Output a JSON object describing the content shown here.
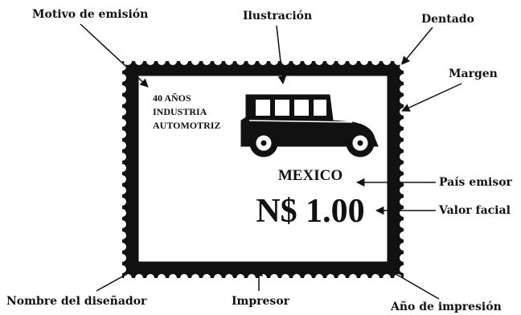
{
  "labels": {
    "motivo": "Motivo de emisión",
    "ilustracion": "Ilustración",
    "dentado": "Dentado",
    "margen": "Margen",
    "pais": "País emisor",
    "valor": "Valor facial",
    "disenador": "Nombre del diseñador",
    "impresor": "Impresor",
    "anio": "Año de impresión"
  },
  "stamp": {
    "theme_line1": "40 AÑOS",
    "theme_line2": "INDUSTRIA",
    "theme_line3": "AUTOMOTRIZ",
    "country": "MEXICO",
    "value": "N$ 1.00"
  },
  "colors": {
    "ink": "#111111",
    "paper": "#ffffff"
  },
  "icons": {
    "illustration": "vintage-car-icon"
  }
}
